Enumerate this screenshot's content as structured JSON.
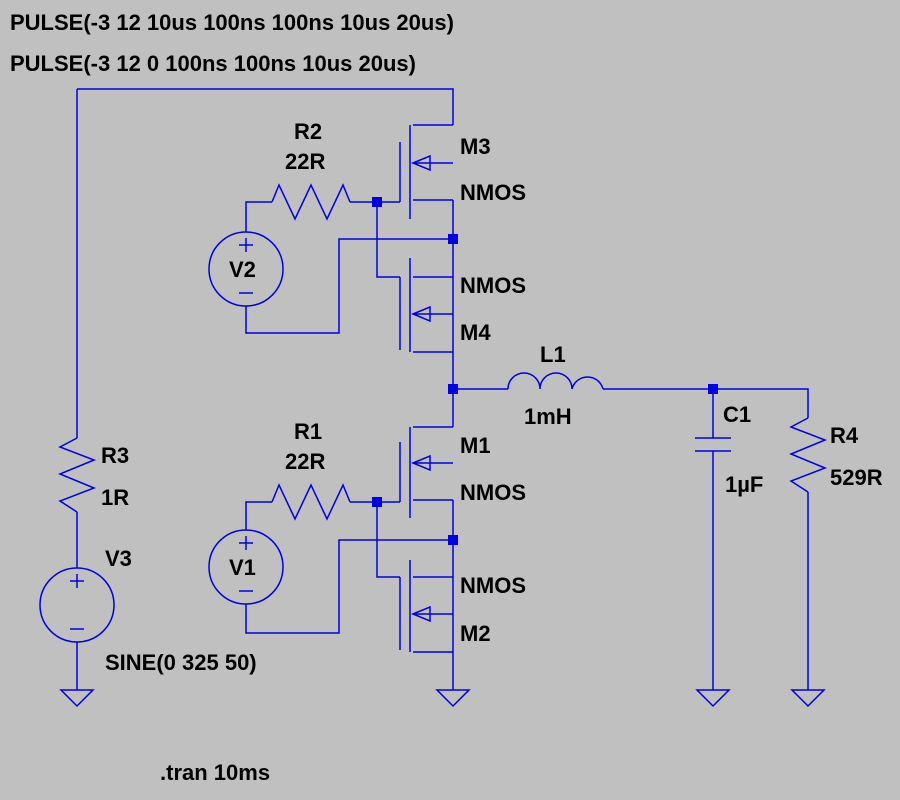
{
  "directives": {
    "pulse_v2": "PULSE(-3 12 10us 100ns 100ns 10us 20us)",
    "pulse_v1": "PULSE(-3 12 0 100ns 100ns 10us 20us)",
    "sim": ".tran 10ms"
  },
  "components": {
    "r2": {
      "name": "R2",
      "value": "22R"
    },
    "r1": {
      "name": "R1",
      "value": "22R"
    },
    "r3": {
      "name": "R3",
      "value": "1R"
    },
    "r4": {
      "name": "R4",
      "value": "529R"
    },
    "l1": {
      "name": "L1",
      "value": "1mH"
    },
    "c1": {
      "name": "C1",
      "value": "1µF"
    },
    "m1": {
      "name": "M1",
      "model": "NMOS"
    },
    "m2": {
      "name": "M2",
      "model": "NMOS"
    },
    "m3": {
      "name": "M3",
      "model": "NMOS"
    },
    "m4": {
      "name": "M4",
      "model": "NMOS"
    },
    "v1": {
      "name": "V1"
    },
    "v2": {
      "name": "V2"
    },
    "v3": {
      "name": "V3",
      "value": "SINE(0 325 50)"
    }
  },
  "colors": {
    "background": "#c0c0c0",
    "wire": "#0000e6",
    "text": "#000000"
  }
}
